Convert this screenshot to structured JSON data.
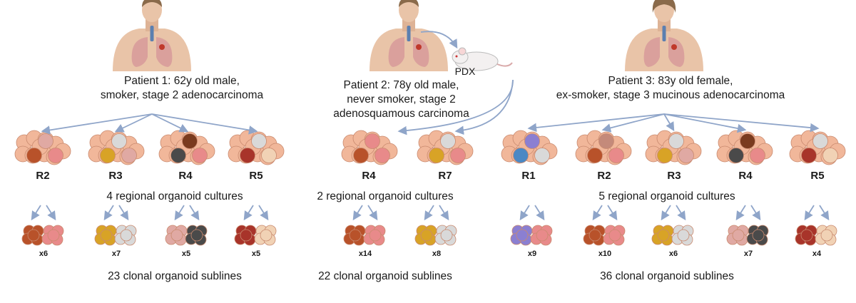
{
  "colors": {
    "arrow": "#8fa5c9",
    "skin": "#e9c4a8",
    "hair": "#8a6a4a",
    "lung": "#d79a9a",
    "tumor": "#c0392b",
    "trachea": "#5b7fb0",
    "mouse": "#f3f0f0",
    "organoid_base": "#f1b79a"
  },
  "patients": [
    {
      "title": "Patient 1: 62y old male,\nsmoker, stage 2 adenocarcinoma",
      "regions": [
        "R2",
        "R3",
        "R4",
        "R5"
      ],
      "regional_summary": "4 regional organoid cultures",
      "clone_counts": [
        "x6",
        "x7",
        "x5",
        "x5"
      ],
      "clonal_summary": "23 clonal organoid sublines"
    },
    {
      "title": "Patient 2: 78y old male,\nnever smoker, stage 2\nadenosquamous carcinoma",
      "pdx_label": "PDX",
      "regions": [
        "R4",
        "R7"
      ],
      "regional_summary": "2 regional organoid cultures",
      "clone_counts": [
        "x14",
        "x8"
      ],
      "clonal_summary": "22 clonal organoid sublines"
    },
    {
      "title": "Patient 3: 83y old female,\nex-smoker, stage 3 mucinous adenocarcinoma",
      "regions": [
        "R1",
        "R2",
        "R3",
        "R4",
        "R5"
      ],
      "regional_summary": "5 regional organoid cultures",
      "clone_counts": [
        "x9",
        "x10",
        "x6",
        "x7",
        "x4"
      ],
      "clonal_summary": "36 clonal organoid sublines"
    }
  ]
}
